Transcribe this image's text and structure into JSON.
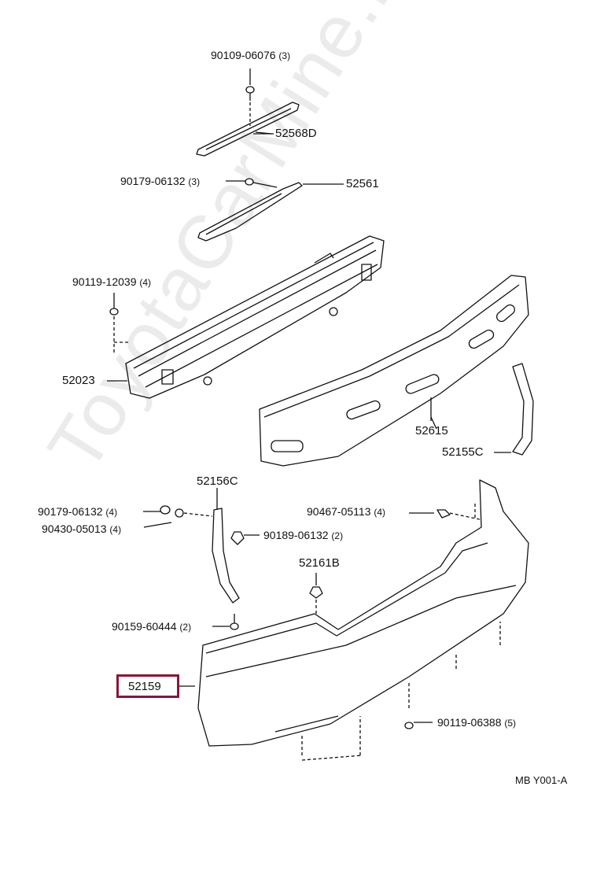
{
  "watermark": "ToyotaCarMine.ru",
  "diagram_code": "MB  Y001-A",
  "callouts": {
    "c1": {
      "part": "90109-06076",
      "qty": "(3)"
    },
    "c2": {
      "part": "52568D",
      "qty": ""
    },
    "c3": {
      "part": "90179-06132",
      "qty": "(3)"
    },
    "c4": {
      "part": "52561",
      "qty": ""
    },
    "c5": {
      "part": "90119-12039",
      "qty": "(4)"
    },
    "c6": {
      "part": "52023",
      "qty": ""
    },
    "c7": {
      "part": "52615",
      "qty": ""
    },
    "c8": {
      "part": "52155C",
      "qty": ""
    },
    "c9": {
      "part": "52156C",
      "qty": ""
    },
    "c10": {
      "part": "90179-06132",
      "qty": "(4)"
    },
    "c11": {
      "part": "90430-05013",
      "qty": "(4)"
    },
    "c12": {
      "part": "90467-05113",
      "qty": "(4)"
    },
    "c13": {
      "part": "90189-06132",
      "qty": "(2)"
    },
    "c14": {
      "part": "52161B",
      "qty": ""
    },
    "c15": {
      "part": "90159-60444",
      "qty": "(2)"
    },
    "c16": {
      "part": "52159",
      "qty": ""
    },
    "c17": {
      "part": "90119-06388",
      "qty": "(5)"
    }
  }
}
